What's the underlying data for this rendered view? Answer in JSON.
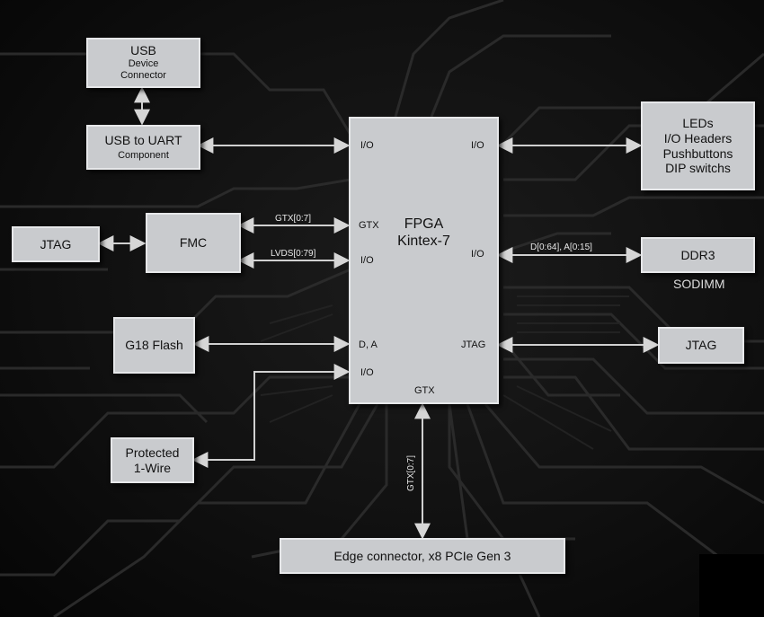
{
  "blocks": {
    "usb_device": {
      "line1": "USB",
      "line2": "Device",
      "line3": "Connector"
    },
    "usb_uart": {
      "line1": "USB to UART",
      "line2": "Component"
    },
    "jtag_left": {
      "label": "JTAG"
    },
    "fmc": {
      "label": "FMC"
    },
    "g18_flash": {
      "label": "G18 Flash"
    },
    "protected": {
      "line1": "Protected",
      "line2": "1-Wire"
    },
    "fpga": {
      "line1": "FPGA",
      "line2": "Kintex-7"
    },
    "leds": {
      "line1": "LEDs",
      "line2": "I/O Headers",
      "line3": "Pushbuttons",
      "line4": "DIP switchs"
    },
    "ddr3": {
      "label": "DDR3",
      "sublabel": "SODIMM"
    },
    "jtag_right": {
      "label": "JTAG"
    },
    "edge": {
      "label": "Edge connector, x8 PCIe Gen 3"
    }
  },
  "fpga_ports": {
    "io_left_top": "I/O",
    "gtx_left": "GTX",
    "io_left_mid": "I/O",
    "da_left": "D, A",
    "io_left_bottom": "I/O",
    "io_right_top": "I/O",
    "io_right_mid": "I/O",
    "jtag_right": "JTAG",
    "gtx_bottom": "GTX"
  },
  "wire_labels": {
    "fmc_gtx": "GTX[0:7]",
    "fmc_lvds": "LVDS[0:79]",
    "ddr3_bus": "D[0:64], A[0:15]",
    "pcie_gtx": "GTX[0:7]"
  },
  "colors": {
    "block_fill": "#c9cbce",
    "block_border": "#e6e7e9",
    "wire": "#d0d0d0",
    "background": "#0b0b0b"
  }
}
